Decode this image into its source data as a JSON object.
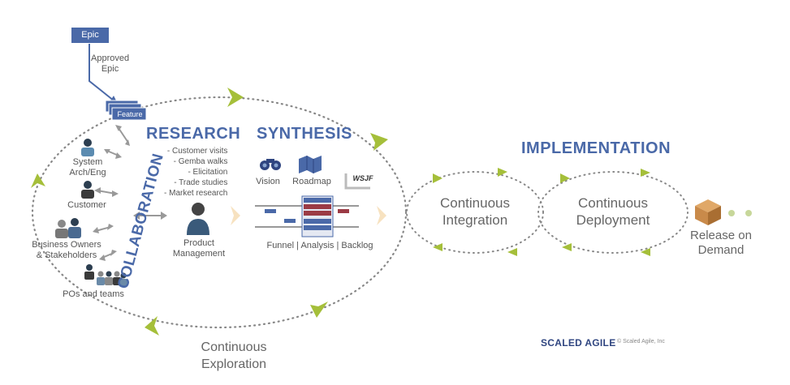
{
  "epic": {
    "label": "Epic",
    "approved_label": "Approved\nEpic"
  },
  "feature": {
    "label": "Feature"
  },
  "headings": {
    "research": "RESEARCH",
    "synthesis": "SYNTHESIS",
    "implementation": "IMPLEMENTATION",
    "collaboration": "COLLABORATION"
  },
  "research_items": [
    "- Customer visits",
    "- Gemba walks",
    "- Elicitation",
    "- Trade studies",
    "- Market research"
  ],
  "stakeholders": {
    "system_arch": "System\nArch/Eng",
    "customer": "Customer",
    "business_owners": "Business Owners\n& Stakeholders",
    "pos_teams": "POs and teams"
  },
  "product_management": "Product\nManagement",
  "synthesis_items": {
    "vision": "Vision",
    "roadmap": "Roadmap",
    "wsjf": "WSJF",
    "funnel": "Funnel | Analysis | Backlog"
  },
  "loops": {
    "continuous_exploration": "Continuous\nExploration",
    "continuous_integration": "Continuous\nIntegration",
    "continuous_deployment": "Continuous\nDeployment",
    "release_on_demand": "Release on\nDemand"
  },
  "branding": {
    "name": "SCALED AGILE",
    "copyright": "© Scaled Agile, Inc"
  },
  "colors": {
    "accent_blue": "#4a69a8",
    "arrow_green": "#a5bf3a",
    "dot_gray": "#888888",
    "chevron": "#f7e2c0",
    "box_brown": "#c98a4a"
  }
}
